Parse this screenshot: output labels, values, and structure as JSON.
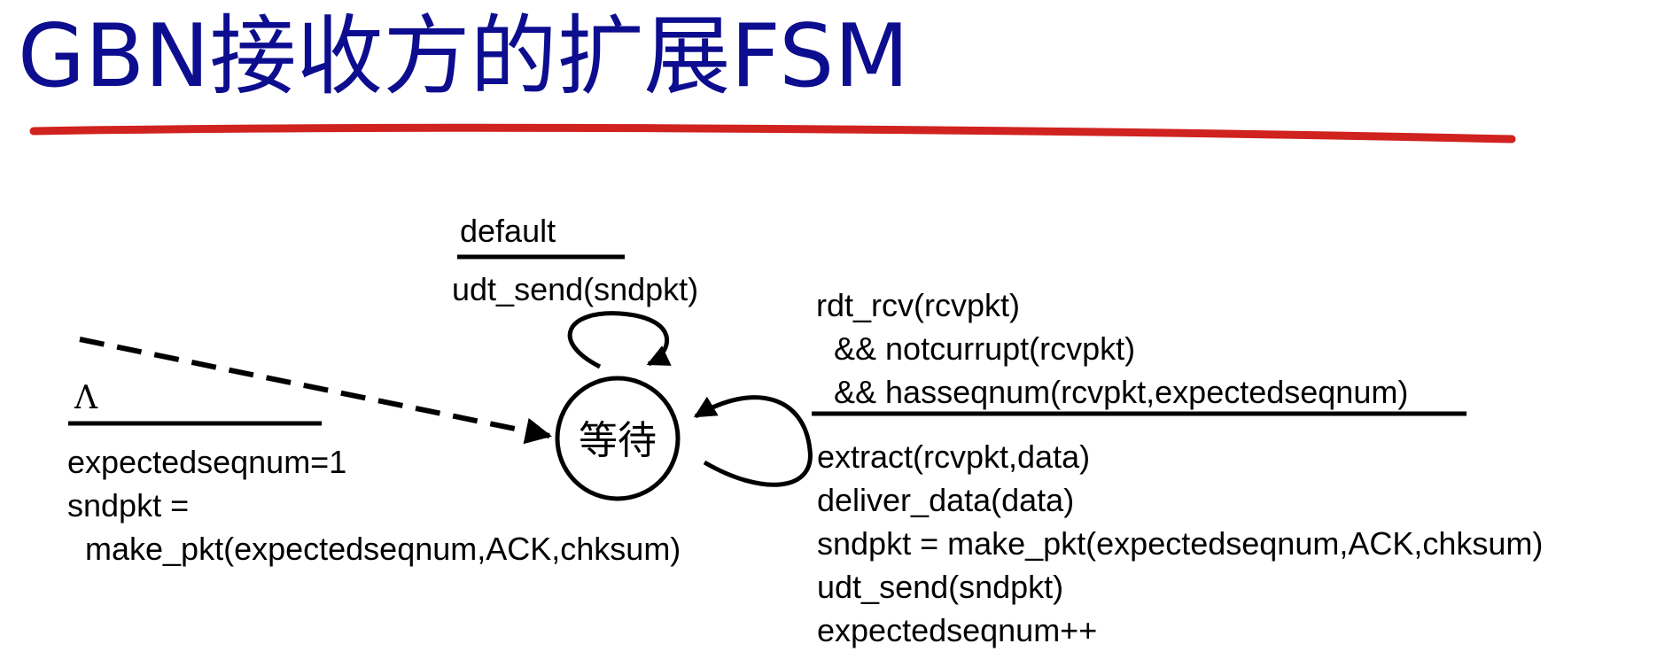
{
  "title": "GBN接收方的扩展FSM",
  "state": {
    "label": "等待"
  },
  "initial_transition": {
    "event": "Λ",
    "actions": [
      "expectedseqnum=1",
      "sndpkt =",
      "  make_pkt(expectedseqnum,ACK,chksum)"
    ]
  },
  "default_transition": {
    "event": "default",
    "action": "udt_send(sndpkt)"
  },
  "receive_transition": {
    "conditions": [
      "rdt_rcv(rcvpkt)",
      "  && notcurrupt(rcvpkt)",
      "  && hasseqnum(rcvpkt,expectedseqnum)"
    ],
    "actions": [
      "extract(rcvpkt,data)",
      "deliver_data(data)",
      "sndpkt = make_pkt(expectedseqnum,ACK,chksum)",
      "udt_send(sndpkt)",
      "expectedseqnum++"
    ]
  },
  "colors": {
    "title": "#0d0d8f",
    "underline": "#d0221f",
    "text": "#000000"
  }
}
